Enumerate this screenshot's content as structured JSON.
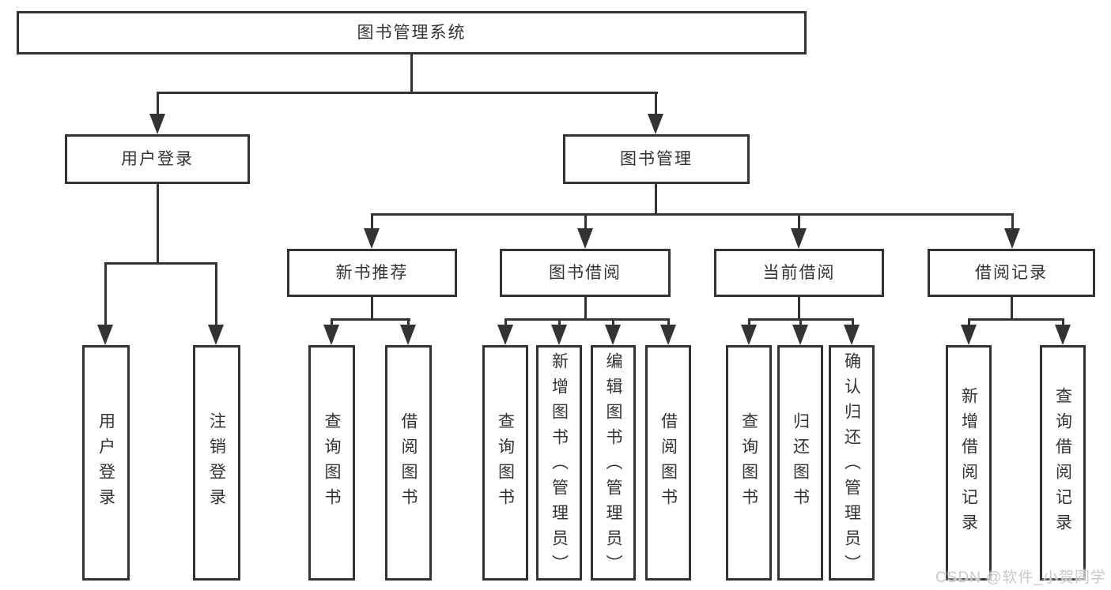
{
  "watermark": "CSDN @软件_小贺同学",
  "colors": {
    "line": "#333333",
    "text": "#333333",
    "box_background": "#ffffff",
    "watermark": "#c9c9c9"
  },
  "tree": {
    "root": {
      "label": "图书管理系统"
    },
    "branches": [
      {
        "label": "用户登录",
        "children": [
          {
            "label": "用户登录"
          },
          {
            "label": "注销登录"
          }
        ]
      },
      {
        "label": "图书管理",
        "sections": [
          {
            "label": "新书推荐",
            "children": [
              {
                "label": "查询图书"
              },
              {
                "label": "借阅图书"
              }
            ]
          },
          {
            "label": "图书借阅",
            "children": [
              {
                "label": "查询图书"
              },
              {
                "label": "新增图书（管理员）"
              },
              {
                "label": "编辑图书（管理员）"
              },
              {
                "label": "借阅图书"
              }
            ]
          },
          {
            "label": "当前借阅",
            "children": [
              {
                "label": "查询图书"
              },
              {
                "label": "归还图书"
              },
              {
                "label": "确认归还（管理员）"
              }
            ]
          },
          {
            "label": "借阅记录",
            "children": [
              {
                "label": "新增借阅记录"
              },
              {
                "label": "查询借阅记录"
              }
            ]
          }
        ]
      }
    ]
  }
}
